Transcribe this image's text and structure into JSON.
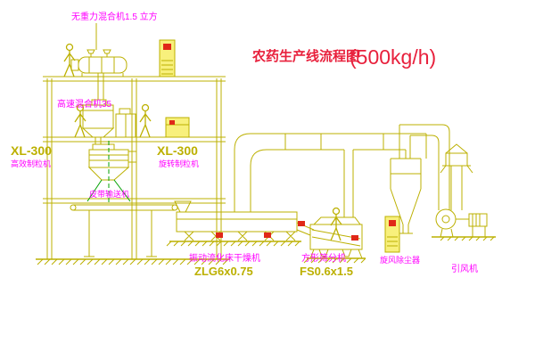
{
  "title": {
    "text": "农药生产线流程图",
    "capacity": "(500kg/h)"
  },
  "labels": {
    "gravity_mixer": "无重力混合机1.5 立方",
    "high_speed_mixer": "高速混合机35",
    "granulator_left_model": "XL-300",
    "granulator_left_name": "高效制粒机",
    "granulator_mid_model": "XL-300",
    "granulator_mid_name": "旋转制粒机",
    "belt_conveyor": "皮带输送机",
    "dryer_name": "振动流化床干燥机",
    "dryer_model": "ZLG6x0.75",
    "sifter_name": "方形筛分机",
    "sifter_model": "FS0.6x1.5",
    "cyclone": "旋风除尘器",
    "fan": "引风机"
  },
  "colors": {
    "background": "#ffffff",
    "drawing_line": "#bcb000",
    "process_line_green": "#00a000",
    "label_magenta": "#ff00ff",
    "title_red": "#e8203c",
    "model_text": "#bcb000",
    "cabinet_fill": "#f8f07c",
    "accent_red": "#e02818"
  }
}
